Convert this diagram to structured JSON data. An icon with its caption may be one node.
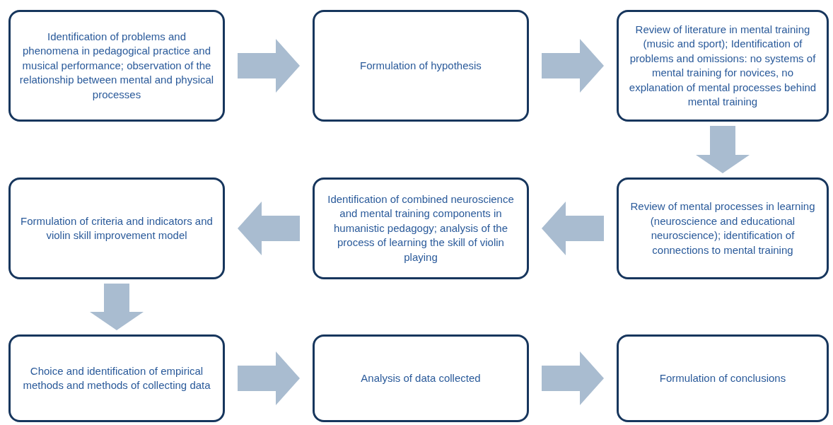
{
  "diagram": {
    "nodes": [
      {
        "text": [
          "Identification of problems and phenomena in pedagogical practice and musical performance; observation of the relationship between mental and physical processes"
        ]
      },
      {
        "text": [
          "Formulation of hypothesis"
        ]
      },
      {
        "text": [
          "Review of literature in mental training (music and sport); Identification of problems and omissions: no systems of mental training for novices, no explanation of mental processes behind mental training"
        ]
      },
      {
        "text": [
          "Formulation of criteria and indicators and violin skill improvement model"
        ]
      },
      {
        "text": [
          "Identification of combined neuroscience and mental training components in humanistic pedagogy; analysis of the process of learning the skill of violin playing"
        ]
      },
      {
        "text": [
          "Review of mental processes in learning (neuroscience and educational neuroscience); identification of connections to mental training"
        ]
      },
      {
        "text": [
          "Choice and identification of empirical methods and methods of collecting data"
        ]
      },
      {
        "text": [
          "Analysis of data collected"
        ]
      },
      {
        "text": [
          "Formulation of conclusions"
        ]
      }
    ],
    "edges": [
      {
        "from": 0,
        "to": 1,
        "arrow": "to"
      },
      {
        "from": 1,
        "to": 2,
        "arrow": "to"
      },
      {
        "from": 2,
        "to": 5,
        "arrow": "to"
      },
      {
        "from": 5,
        "to": 4,
        "arrow": "to"
      },
      {
        "from": 4,
        "to": 3,
        "arrow": "to"
      },
      {
        "from": 3,
        "to": 6,
        "arrow": "to"
      },
      {
        "from": 6,
        "to": 7,
        "arrow": "to"
      },
      {
        "from": 7,
        "to": 8,
        "arrow": "to"
      }
    ]
  }
}
